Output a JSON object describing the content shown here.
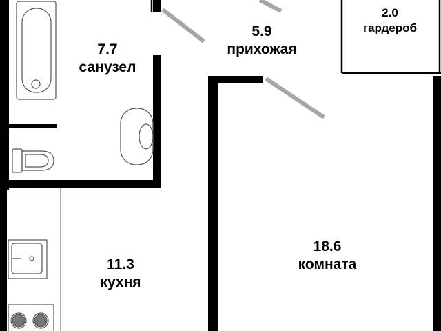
{
  "rooms": {
    "bathroom": {
      "area": "7.7",
      "name": "санузел"
    },
    "hallway": {
      "area": "5.9",
      "name": "прихожая"
    },
    "wardrobe": {
      "area": "2.0",
      "name": "гардероб"
    },
    "kitchen": {
      "area": "11.3",
      "name": "кухня"
    },
    "living_room": {
      "area": "18.6",
      "name": "комната"
    }
  },
  "colors": {
    "wall": "#000000",
    "door_leaf": "#a6a6a6",
    "fixture_outline": "#555555",
    "background": "#ffffff"
  },
  "fixtures": [
    "bathtub-icon",
    "washbasin-icon",
    "toilet-icon",
    "kitchen-sink-icon",
    "stove-burners-icon"
  ]
}
